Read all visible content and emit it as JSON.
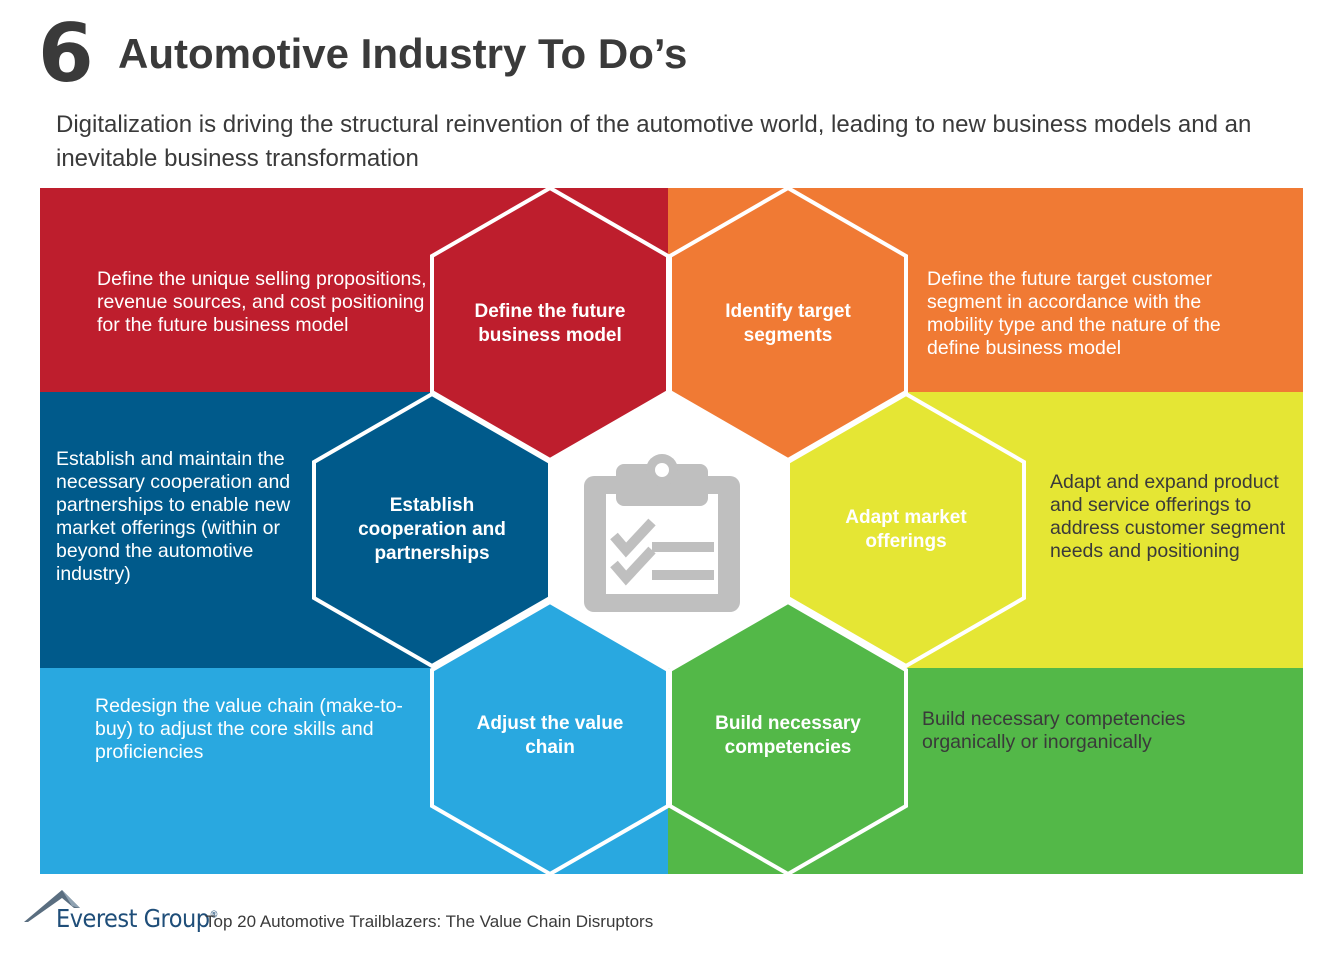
{
  "header": {
    "number": "6",
    "title": "Automotive Industry To Do’s",
    "subtitle": "Digitalization is driving the structural reinvention of the automotive world, leading to new business models and an inevitable business transformation"
  },
  "colors": {
    "red": "#be1e2d",
    "orange": "#f07a34",
    "navy": "#005a8b",
    "yellow": "#e5e634",
    "sky": "#29a8e0",
    "green": "#53b848",
    "icon_gray": "#bfbfbf"
  },
  "center_icon": "clipboard-checklist-icon",
  "items": {
    "define_model": {
      "hex_label": "Define the future business model",
      "description": "Define the unique selling propositions, revenue sources, and cost positioning for the future business model"
    },
    "target_segments": {
      "hex_label": "Identify target segments",
      "description": "Define the future target customer segment in accordance with the mobility type and the nature of the define business model"
    },
    "cooperation": {
      "hex_label": "Establish cooperation and partnerships",
      "description": "Establish and maintain the necessary cooperation and partnerships to enable new market offerings (within or beyond the automotive industry)"
    },
    "market_offerings": {
      "hex_label": "Adapt market offerings",
      "description": "Adapt and expand product and service offerings to address customer segment needs and positioning"
    },
    "value_chain": {
      "hex_label": "Adjust the value chain",
      "description": "Redesign the value chain (make-to-buy) to adjust the core skills and proficiencies"
    },
    "competencies": {
      "hex_label": "Build necessary competencies",
      "description": "Build necessary competencies organically or inorganically"
    }
  },
  "footer": {
    "brand": "Everest Group",
    "reg_mark": "®",
    "report_title": "Top 20 Automotive Trailblazers: The Value Chain Disruptors"
  }
}
